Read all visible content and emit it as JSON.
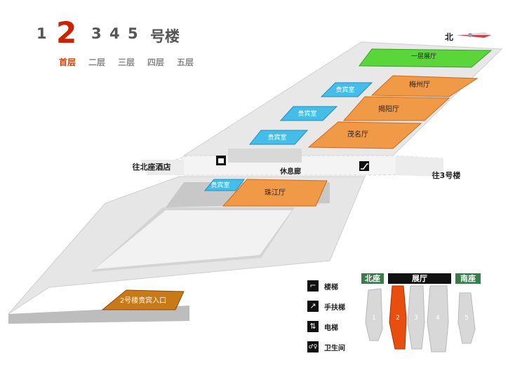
{
  "buildings": [
    {
      "label": "1",
      "active": false
    },
    {
      "label": "2",
      "active": true
    },
    {
      "label": "3",
      "active": false
    },
    {
      "label": "4",
      "active": false
    },
    {
      "label": "5",
      "active": false
    }
  ],
  "building_suffix": "号楼",
  "floors": [
    {
      "label": "首层",
      "active": true
    },
    {
      "label": "二层",
      "active": false
    },
    {
      "label": "三层",
      "active": false
    },
    {
      "label": "四层",
      "active": false
    },
    {
      "label": "五层",
      "active": false
    }
  ],
  "compass_label": "北",
  "map": {
    "halls": {
      "yiceng": "一层展厅",
      "meizhou": "梅州厅",
      "jieyang": "揭阳厅",
      "maoming": "茂名厅",
      "zhujiang": "珠江厅",
      "vip1": "贵宾室",
      "vip2": "贵宾室",
      "vip3": "贵宾室",
      "vip4": "贵宾室",
      "entrance": "2号楼贵宾入口"
    },
    "corridor": "休息廊",
    "to_north": "往北座酒店",
    "to_b3": "往3号楼"
  },
  "legend": [
    {
      "icon": "stairs-icon",
      "glyph": "⌐",
      "label": "楼梯"
    },
    {
      "icon": "escalator-icon",
      "glyph": "↗",
      "label": "手扶梯"
    },
    {
      "icon": "elevator-icon",
      "glyph": "⇅",
      "label": "电梯"
    },
    {
      "icon": "restroom-icon",
      "glyph": "♂♀",
      "label": "卫生间"
    }
  ],
  "key": {
    "north": "北座",
    "hall": "展厅",
    "south": "南座",
    "blocks": [
      "1",
      "2",
      "3",
      "4",
      "5"
    ],
    "active_block": "2"
  },
  "colors": {
    "active": "#cc2200",
    "hall_orange": "#f09a48",
    "hall_green": "#5ad63a",
    "vip_blue": "#45bde8",
    "entrance_brown": "#c87a18",
    "header_green": "#3d7a4a",
    "header_black": "#111111"
  }
}
